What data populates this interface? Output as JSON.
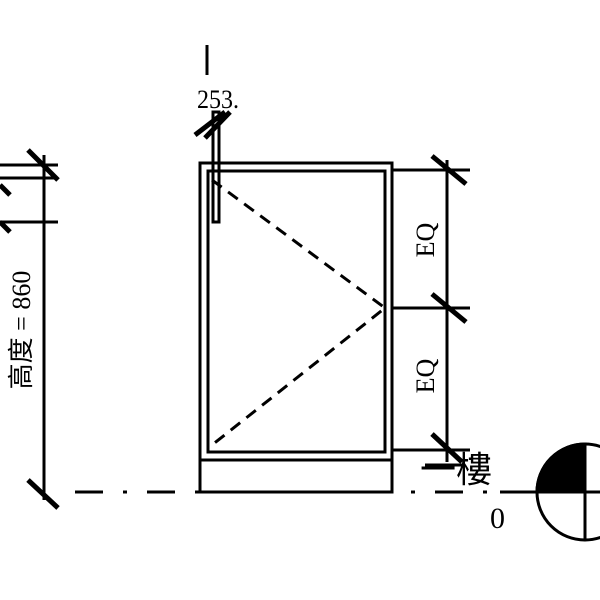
{
  "drawing": {
    "height_label": "高度 = 860",
    "top_dim": "253.",
    "eq_upper": "EQ",
    "eq_lower": "EQ",
    "floor_label": "一樓",
    "level_value": "0",
    "colors": {
      "line": "#000000",
      "background": "#ffffff"
    }
  }
}
